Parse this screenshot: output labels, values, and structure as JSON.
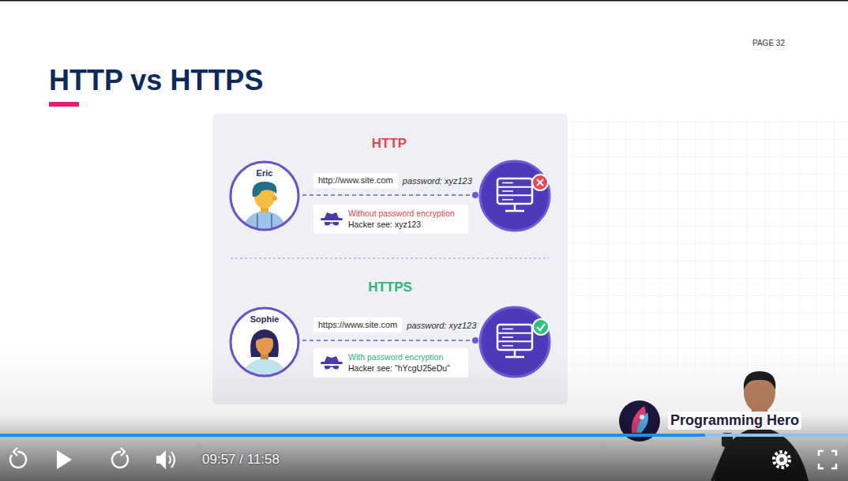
{
  "diagram": {
    "title": "HTTP vs HTTPS",
    "nodes": [
      {
        "text": [
          "Eric"
        ]
      },
      {
        "text": [
          "http://www.site.com"
        ]
      },
      {
        "text": [
          "Without password encryption",
          "Hacker see: xyz123"
        ]
      },
      {
        "text": [
          "Sophie"
        ]
      },
      {
        "text": [
          "https://www.site.com"
        ]
      },
      {
        "text": [
          "With password encryption",
          "Hacker see: \"hYcgU25eDu\""
        ]
      }
    ],
    "labels": [
      "PAGE 32",
      "HTTP",
      "password: xyz123",
      "HTTPS",
      "password: xyz123",
      "09:57 / 11:58",
      "Programming Hero"
    ]
  }
}
